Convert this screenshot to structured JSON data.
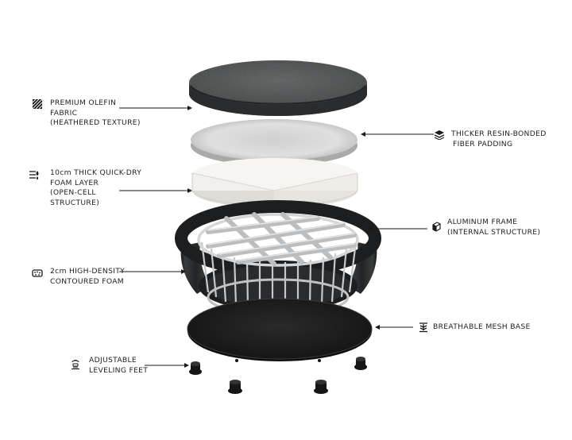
{
  "callouts": {
    "olefin_fabric": {
      "lines": [
        "PREMIUM OLEFIN",
        "FABRIC",
        "(HEATHERED TEXTURE)"
      ],
      "icon": "fabric-texture-icon"
    },
    "fiber_padding": {
      "lines": [
        "THICKER RESIN-BONDED",
        "FIBER PADDING"
      ],
      "icon": "padding-layers-icon"
    },
    "quick_dry_foam": {
      "lines": [
        "10cm THICK QUICK-DRY",
        "FOAM LAYER",
        "(OPEN-CELL",
        "STRUCTURE)"
      ],
      "icon": "quick-dry-icon"
    },
    "aluminum_frame": {
      "lines": [
        "ALUMINUM FRAME",
        "(INTERNAL STRUCTURE)"
      ],
      "icon": "frame-cube-icon"
    },
    "contoured_foam": {
      "lines": [
        "2cm HIGH-DENSITY",
        "CONTOURED FOAM"
      ],
      "icon": "foam-block-icon"
    },
    "mesh_base": {
      "lines": [
        "BREATHABLE MESH BASE"
      ],
      "icon": "mesh-airflow-icon"
    },
    "leveling_feet": {
      "lines": [
        "ADJUSTABLE",
        "LEVELING FEET"
      ],
      "icon": "leveling-foot-icon"
    }
  },
  "colors": {
    "fabric": "#4a4c4d",
    "fabric_dark": "#2f3031",
    "padding": "#d9d9d9",
    "foam": "#f3f2ee",
    "frame": "#c7c9cb",
    "shell": "#1e1f20",
    "base": "#1a1a1a",
    "leader_line": "#1a1a1a"
  }
}
